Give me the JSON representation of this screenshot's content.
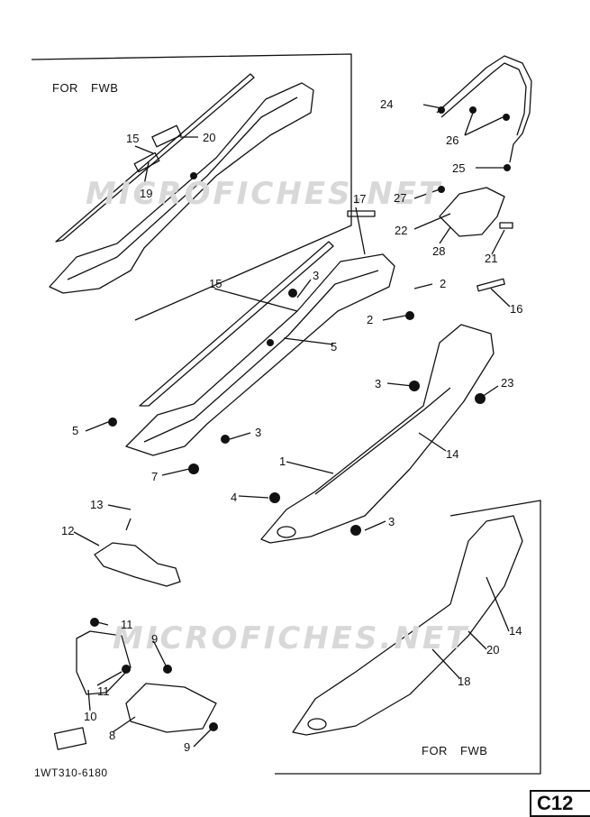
{
  "labels": {
    "for_fwb_top": "FOR FWB",
    "for_fwb_bottom": "FOR FWB",
    "part_code": "1WT310-6180",
    "page_id": "C12",
    "watermark": "MICROFICHES.NET"
  },
  "callouts": [
    "1",
    "2",
    "2",
    "3",
    "3",
    "3",
    "3",
    "4",
    "5",
    "5",
    "7",
    "8",
    "9",
    "9",
    "10",
    "11",
    "11",
    "12",
    "13",
    "14",
    "14",
    "15",
    "15",
    "16",
    "17",
    "18",
    "19",
    "20",
    "20",
    "21",
    "22",
    "23",
    "24",
    "25",
    "26",
    "27",
    "28"
  ],
  "stroke_color": "#111111"
}
